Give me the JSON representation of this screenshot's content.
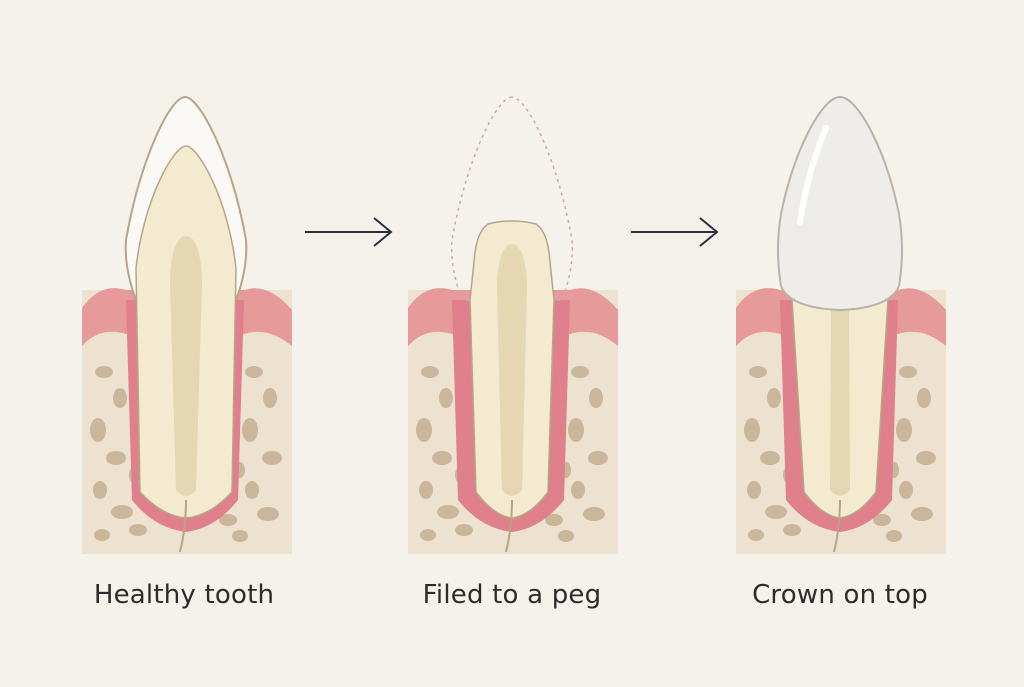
{
  "steps": [
    {
      "label": "Healthy tooth"
    },
    {
      "label": "Filed to a peg"
    },
    {
      "label": "Crown on top"
    }
  ],
  "colors": {
    "background": "#f5f2ec",
    "bone": "#ede2cf",
    "bone_pores": "#c9b69b",
    "gum": "#e69a9a",
    "gum_light": "#f2b3b0",
    "ligament": "#e0808a",
    "dentin": "#f3ead0",
    "pulp": "#e6d7b4",
    "crown": "#efedea",
    "outline": "#b7a58a",
    "arrow": "#2a2f3a"
  }
}
